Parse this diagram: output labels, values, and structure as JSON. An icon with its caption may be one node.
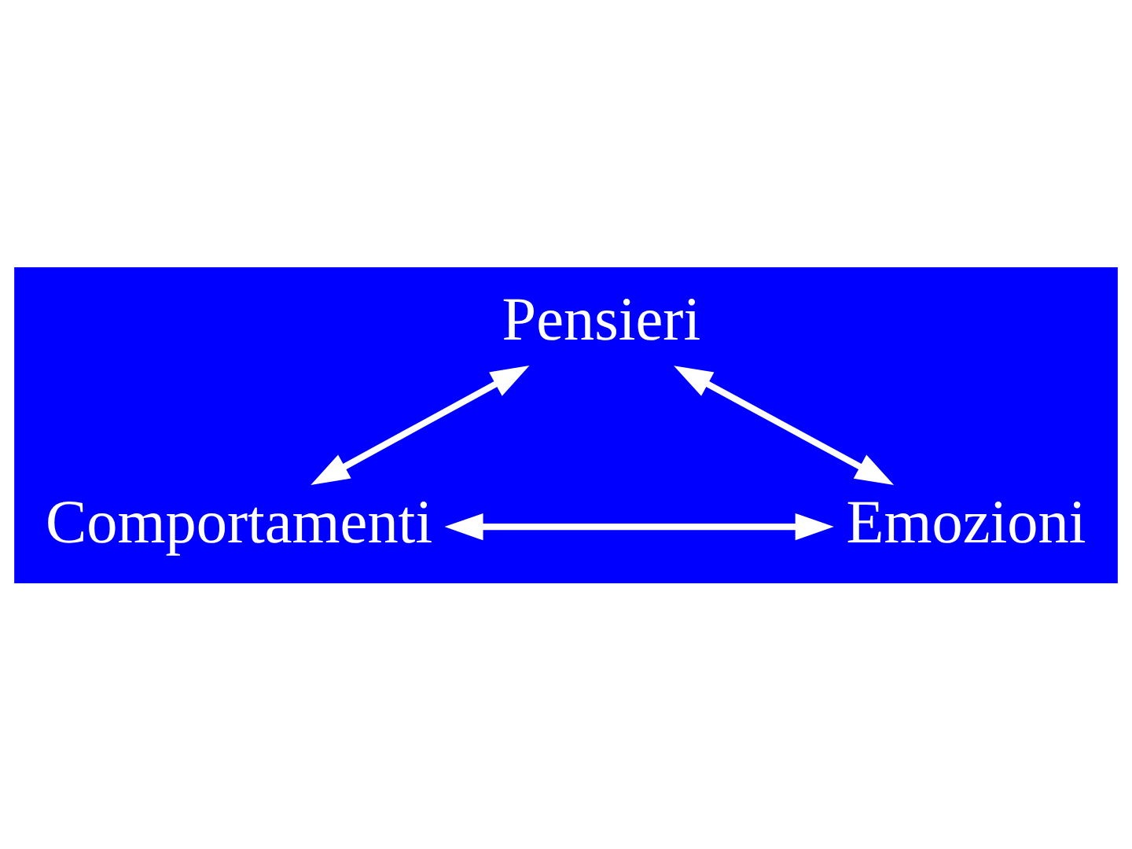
{
  "diagram": {
    "nodes": [
      {
        "text": [
          "Pensieri"
        ]
      },
      {
        "text": [
          "Comportamenti"
        ]
      },
      {
        "text": [
          "Emozioni"
        ]
      }
    ],
    "edges": [
      {
        "from": 0,
        "to": 1,
        "arrow": "both"
      },
      {
        "from": 0,
        "to": 2,
        "arrow": "both"
      },
      {
        "from": 1,
        "to": 2,
        "arrow": "both"
      }
    ]
  }
}
